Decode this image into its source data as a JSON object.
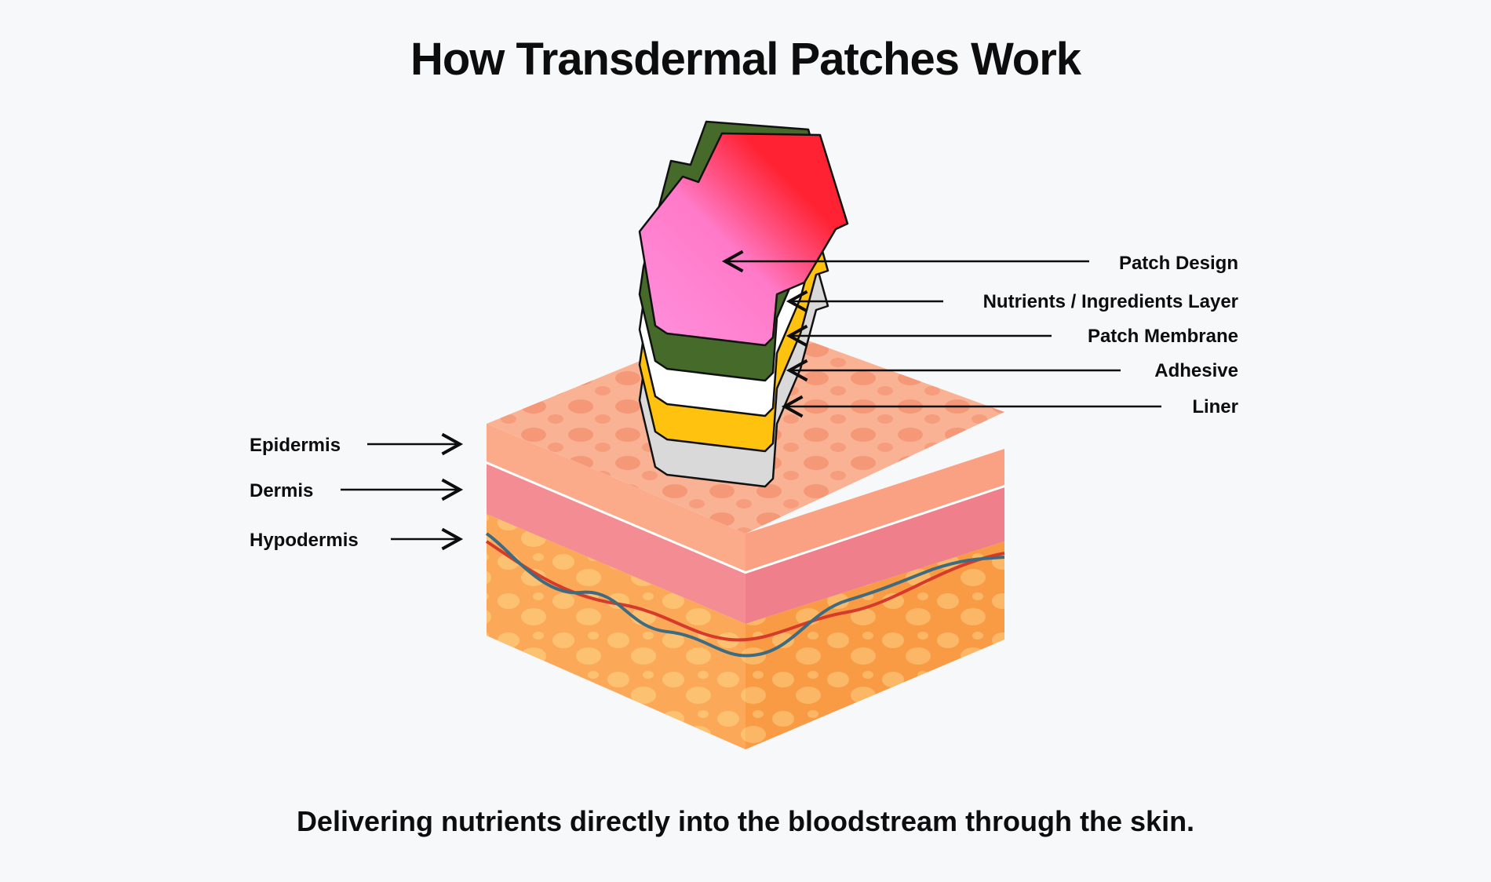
{
  "title": "How Transdermal Patches Work",
  "subtitle": "Delivering nutrients directly into the bloodstream through the skin.",
  "patch_labels": [
    {
      "id": "patch-design",
      "text": "Patch Design"
    },
    {
      "id": "nutrients-layer",
      "text": "Nutrients / Ingredients Layer"
    },
    {
      "id": "patch-membrane",
      "text": "Patch Membrane"
    },
    {
      "id": "adhesive",
      "text": "Adhesive"
    },
    {
      "id": "liner",
      "text": "Liner"
    }
  ],
  "skin_labels": [
    {
      "id": "epidermis",
      "text": "Epidermis"
    },
    {
      "id": "dermis",
      "text": "Dermis"
    },
    {
      "id": "hypodermis",
      "text": "Hypodermis"
    }
  ],
  "colors": {
    "background": "#f7f8fa",
    "patch_design": "#ff90de",
    "patch_design_back": "#ff2232",
    "nutrients": "#466a29",
    "membrane": "#ffffff",
    "adhesive": "#ffc20e",
    "liner": "#d9d9d9",
    "epidermis": "#f9a784",
    "dermis": "#f28893",
    "hypodermis": "#fbbf6c",
    "artery": "#d63a2a",
    "vein": "#3d6b80"
  }
}
